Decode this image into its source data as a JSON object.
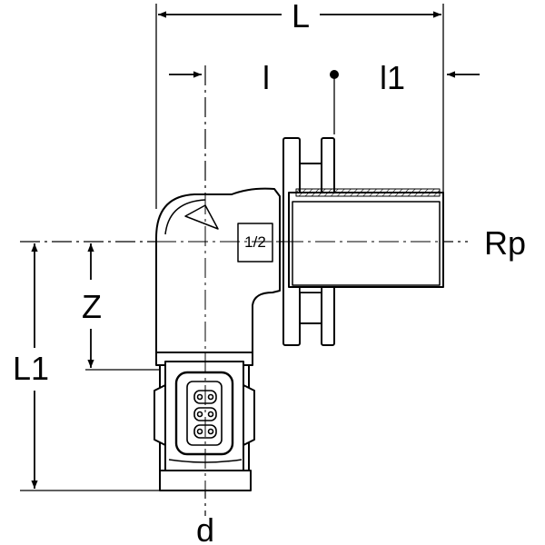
{
  "labels": {
    "L": "L",
    "l": "l",
    "l1": "l1",
    "rp": "Rp",
    "z": "Z",
    "L1": "L1",
    "d": "d",
    "thread_mark": "1/2"
  },
  "colors": {
    "line": "#000000",
    "fill": "#ffffff",
    "shade": "#d0d0d0"
  }
}
